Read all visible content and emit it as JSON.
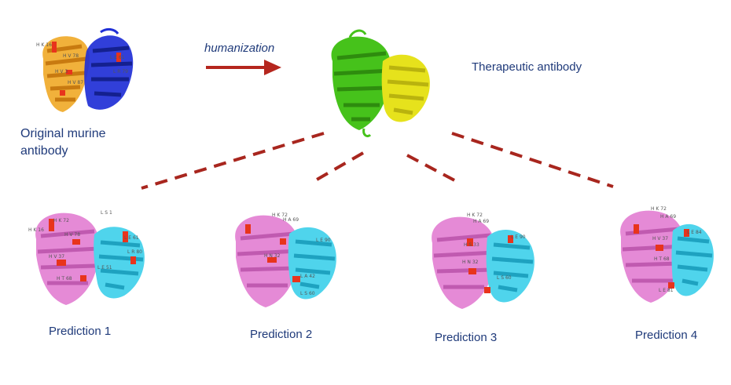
{
  "diagram": {
    "arrow_label": "humanization",
    "original_caption_line1": "Original murine",
    "original_caption_line2": "antibody",
    "therapeutic_caption": "Therapeutic antibody",
    "predictions": [
      {
        "label": "Prediction 1"
      },
      {
        "label": "Prediction 2"
      },
      {
        "label": "Prediction 3"
      },
      {
        "label": "Prediction 4"
      }
    ]
  },
  "colors": {
    "text": "#1f3a7a",
    "arrow": "#b5261e",
    "dash": "#a8261e",
    "murine_heavy": "#f0a826",
    "murine_light": "#1f2fd6",
    "therapeutic_heavy": "#46c21b",
    "therapeutic_light": "#e6e21c",
    "prediction_heavy": "#e58ad6",
    "prediction_light": "#4fd4ec",
    "mutation": "#e8341c"
  }
}
